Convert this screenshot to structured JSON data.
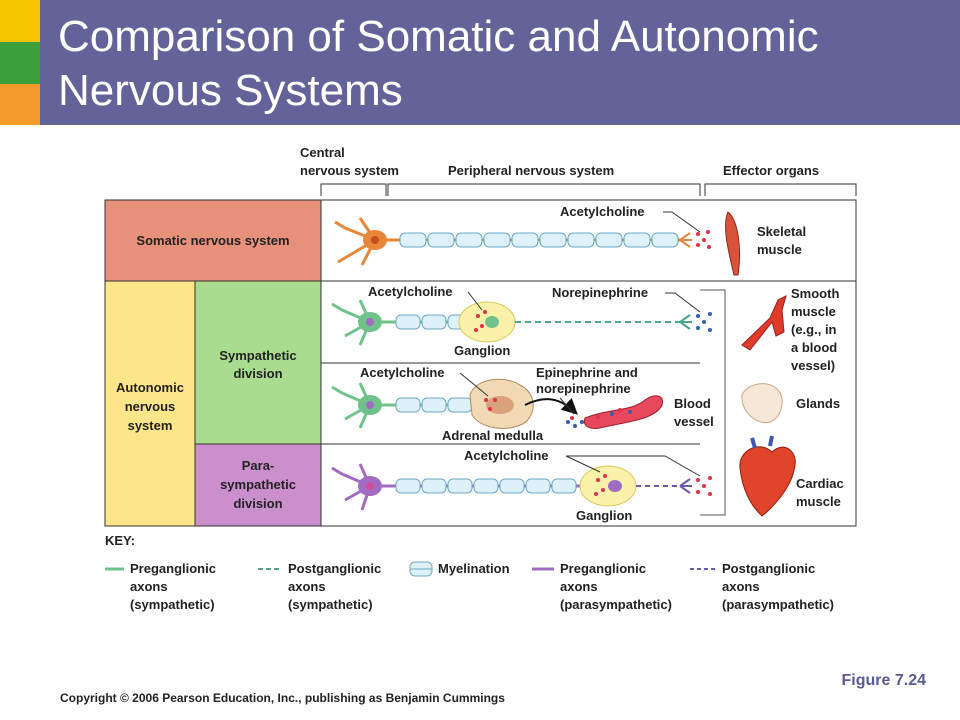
{
  "slide": {
    "title_line1": "Comparison of Somatic and Autonomic",
    "title_line2": "Nervous Systems",
    "figure_label": "Figure 7.24",
    "copyright": "Copyright © 2006 Pearson Education, Inc., publishing as Benjamin Cummings"
  },
  "colors": {
    "title_bar": "#636399",
    "somatic_fill": "#e8917a",
    "autonomic_fill": "#fde68a",
    "sympathetic_fill": "#a9dc8e",
    "parasympathetic_fill": "#cc8fce",
    "somatic_neuron": "#e8863a",
    "sympathetic_neuron": "#6fc38a",
    "parasympathetic_neuron": "#a06cc2",
    "acetylcholine_dots": "#e0304c",
    "norepinephrine_dots": "#2f5fb0"
  },
  "diagram": {
    "headers": {
      "cns_line1": "Central",
      "cns_line2": "nervous system",
      "pns": "Peripheral nervous system",
      "effector": "Effector organs"
    },
    "rows": {
      "somatic": "Somatic nervous system",
      "autonomic_line1": "Autonomic",
      "autonomic_line2": "nervous",
      "autonomic_line3": "system",
      "sympathetic_line1": "Sympathetic",
      "sympathetic_line2": "division",
      "para_line1": "Para-",
      "para_line2": "sympathetic",
      "para_line3": "division"
    },
    "labels": {
      "acetylcholine_somatic": "Acetylcholine",
      "acetylcholine_symp": "Acetylcholine",
      "norepinephrine": "Norepinephrine",
      "ganglion_symp": "Ganglion",
      "acetylcholine_adrenal": "Acetylcholine",
      "epinephrine_line1": "Epinephrine and",
      "epinephrine_line2": "norepinephrine",
      "adrenal_medulla": "Adrenal medulla",
      "blood_vessel_line1": "Blood",
      "blood_vessel_line2": "vessel",
      "acetylcholine_para": "Acetylcholine",
      "ganglion_para": "Ganglion"
    },
    "effectors": {
      "skeletal_line1": "Skeletal",
      "skeletal_line2": "muscle",
      "smooth_line1": "Smooth",
      "smooth_line2": "muscle",
      "smooth_line3": "(e.g., in",
      "smooth_line4": "a blood",
      "smooth_line5": "vessel)",
      "glands": "Glands",
      "cardiac_line1": "Cardiac",
      "cardiac_line2": "muscle"
    },
    "key": {
      "title": "KEY:",
      "items": [
        {
          "line1": "Preganglionic",
          "line2": "axons",
          "line3": "(sympathetic)"
        },
        {
          "line1": "Postganglionic",
          "line2": "axons",
          "line3": "(sympathetic)"
        },
        {
          "line1": "Myelination",
          "line2": "",
          "line3": ""
        },
        {
          "line1": "Preganglionic",
          "line2": "axons",
          "line3": "(parasympathetic)"
        },
        {
          "line1": "Postganglionic",
          "line2": "axons",
          "line3": "(parasympathetic)"
        }
      ]
    }
  }
}
